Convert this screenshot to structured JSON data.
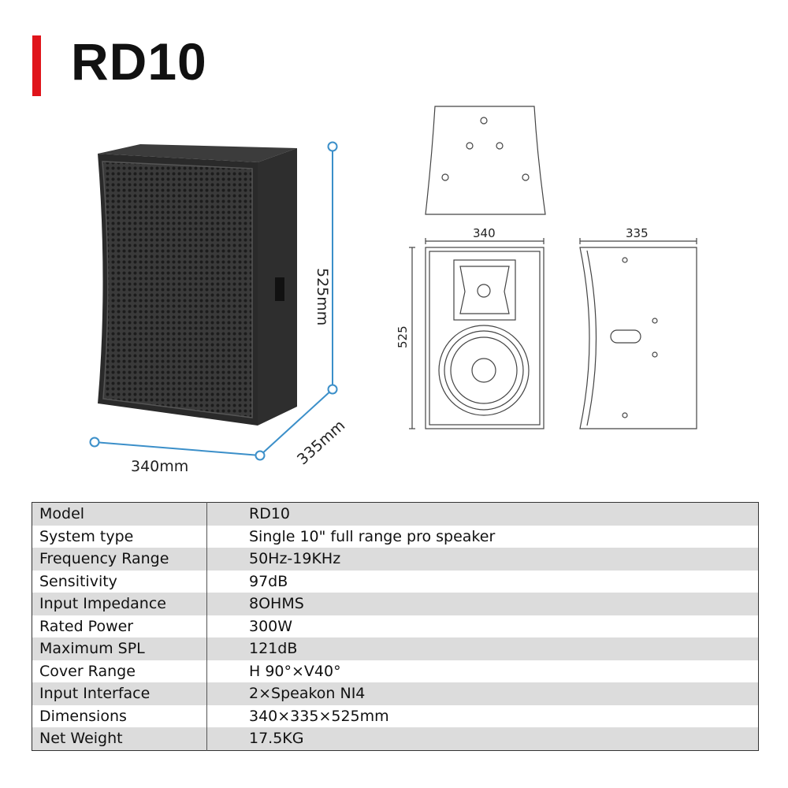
{
  "header": {
    "model_title": "RD10"
  },
  "dimensions": {
    "width_label": "340mm",
    "height_label": "525mm",
    "depth_label": "335mm",
    "front_width": "340",
    "side_depth": "335",
    "front_height": "525"
  },
  "specs": {
    "rows": [
      {
        "label": "Model",
        "value": "RD10"
      },
      {
        "label": "System type",
        "value": "Single 10\" full range pro speaker"
      },
      {
        "label": "Frequency Range",
        "value": "50Hz-19KHz"
      },
      {
        "label": "Sensitivity",
        "value": "97dB"
      },
      {
        "label": "Input Impedance",
        "value": "8OHMS"
      },
      {
        "label": "Rated Power",
        "value": "300W"
      },
      {
        "label": "Maximum SPL",
        "value": "121dB"
      },
      {
        "label": "Cover Range",
        "value": "H 90°×V40°"
      },
      {
        "label": "Input Interface",
        "value": "2×Speakon NI4"
      },
      {
        "label": "Dimensions",
        "value": "340×335×525mm"
      },
      {
        "label": "Net Weight",
        "value": "17.5KG"
      }
    ]
  },
  "colors": {
    "accent": "#e0141b",
    "dimension_line": "#3b8fc9",
    "row_shade": "#dcdcdc"
  }
}
